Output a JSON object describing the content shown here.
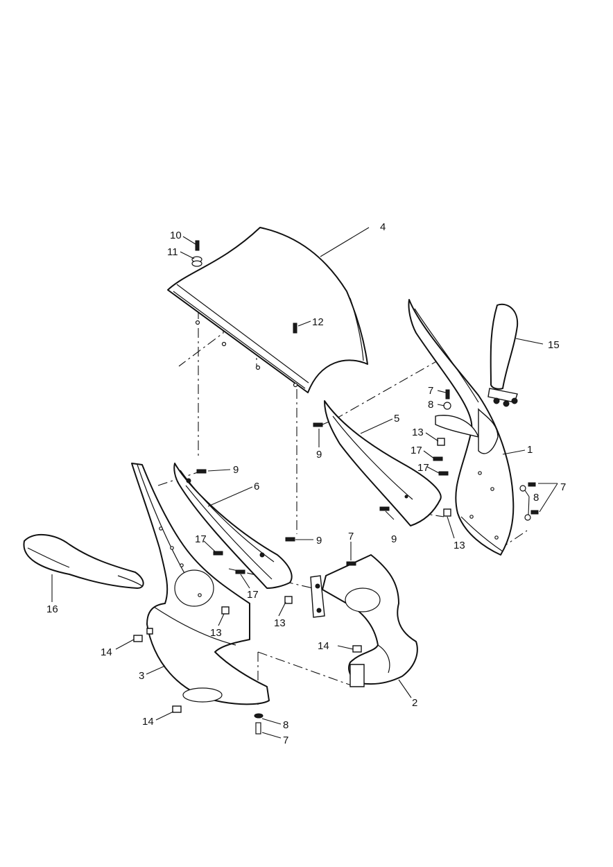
{
  "callouts": {
    "c1": "1",
    "c2": "2",
    "c3": "3",
    "c4": "4",
    "c5": "5",
    "c6": "6",
    "c7a": "7",
    "c7b": "7",
    "c7c": "7",
    "c7d": "7",
    "c8a": "8",
    "c8b": "8",
    "c8c": "8",
    "c9a": "9",
    "c9b": "9",
    "c9c": "9",
    "c9d": "9",
    "c10": "10",
    "c11": "11",
    "c12": "12",
    "c13a": "13",
    "c13b": "13",
    "c13c": "13",
    "c13d": "13",
    "c14a": "14",
    "c14b": "14",
    "c14c": "14",
    "c15": "15",
    "c16": "16",
    "c17a": "17",
    "c17b": "17",
    "c17c": "17",
    "c17d": "17"
  }
}
